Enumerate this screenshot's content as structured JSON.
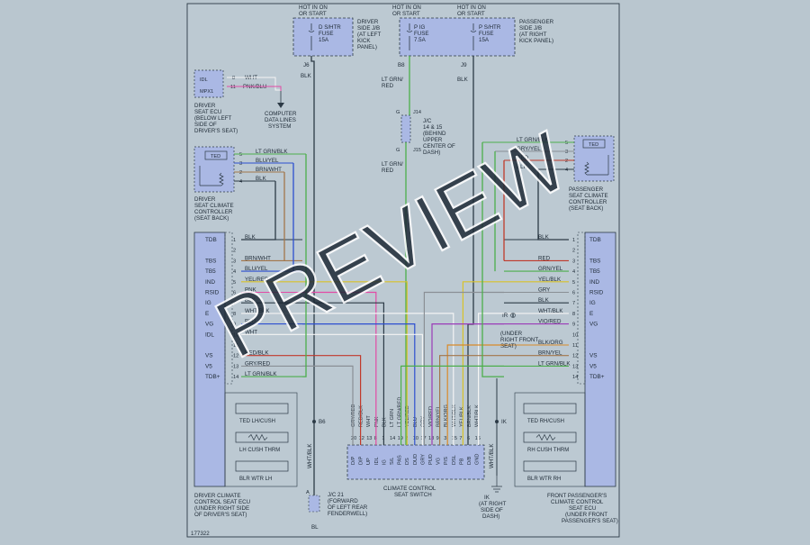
{
  "top": {
    "hot_left": [
      "HOT IN ON",
      "OR START"
    ],
    "hot_mid": [
      "HOT IN ON",
      "OR START"
    ],
    "hot_right": [
      "HOT IN ON",
      "OR START"
    ],
    "fuse_left": [
      "D S/HTR",
      "FUSE",
      "15A"
    ],
    "fuse_mid": [
      "P IG",
      "FUSE",
      "7.5A"
    ],
    "fuse_right": [
      "P S/HTR",
      "FUSE",
      "15A"
    ],
    "jb_left": [
      "DRIVER",
      "SIDE J/B",
      "(AT LEFT",
      "KICK",
      "PANEL)"
    ],
    "jb_right": [
      "PASSENGER",
      "SIDE J/B",
      "(AT RIGHT",
      "KICK PANEL)"
    ],
    "conn_left": "J6",
    "wire_left": "BLK",
    "conn_mid": "B8",
    "wire_mid": [
      "LT GRN/",
      "RED"
    ],
    "conn_right": "J9",
    "wire_right": "BLK"
  },
  "jc_mid": {
    "pin_top": "G",
    "conn_top": "J14",
    "pin_bot": "G",
    "conn_bot": "J15",
    "label": [
      "J/C",
      "14 & 15",
      "(BEHIND",
      "UPPER",
      "CENTER OF",
      "DASH)"
    ],
    "wire_below": [
      "LT GRN/",
      "RED"
    ]
  },
  "ecu_small": {
    "pins": [
      "IDL",
      "MPX1"
    ],
    "nums": [
      "8",
      "11"
    ],
    "wires": [
      "WHT",
      "PNK/BLU"
    ],
    "label": [
      "DRIVER",
      "SEAT ECU",
      "(BELOW LEFT",
      "SIDE OF",
      "DRIVER'S SEAT)"
    ],
    "data_label": [
      "COMPUTER",
      "DATA LINES",
      "SYSTEM"
    ]
  },
  "ted_left": {
    "tag": "TED",
    "nums": [
      "5",
      "3",
      "2",
      "4"
    ],
    "wires": [
      "LT GRN/BLK",
      "BLU/YEL",
      "BRN/WHT",
      "BLK"
    ],
    "label": [
      "DRIVER",
      "SEAT CLIMATE",
      "CONTROLLER",
      "(SEAT BACK)"
    ]
  },
  "ted_right": {
    "tag": "TED",
    "nums": [
      "5",
      "3",
      "2",
      "4"
    ],
    "wires": [
      "LT GRN/BLK",
      "GRY/YEL",
      "RED",
      "BLK"
    ],
    "label": [
      "PASSENGER",
      "SEAT CLIMATE",
      "CONTROLLER",
      "(SEAT BACK)"
    ]
  },
  "left_ecu": {
    "pins": [
      "TDB",
      "",
      "TBS",
      "TB5",
      "IND",
      "RSID",
      "IG",
      "E",
      "VG",
      "IDL",
      "",
      "VS",
      "V5",
      "TDB+"
    ],
    "nums": [
      "1",
      "2",
      "3",
      "4",
      "5",
      "6",
      "7",
      "8",
      "9",
      "10",
      "11",
      "12",
      "13",
      "14"
    ],
    "wires": [
      "BLK",
      "",
      "BRN/WHT",
      "BLU/YEL",
      "YEL/RED",
      "PNK",
      "BLK",
      "WHT/BLK",
      "BLU",
      "WHT",
      "",
      "RED/BLK",
      "GRY/RED",
      "LT GRN/BLK"
    ],
    "sub": [
      "TED LH/CUSH",
      "LH CUSH THRM",
      "BLR WTR LH"
    ],
    "label": [
      "DRIVER CLIMATE",
      "CONTROL SEAT ECU",
      "(UNDER RIGHT SIDE",
      "OF DRIVER'S SEAT)"
    ]
  },
  "right_ecu": {
    "pins": [
      "TDB",
      "",
      "TBS",
      "TB5",
      "IND",
      "RSID",
      "IG",
      "E",
      "VG",
      "",
      "",
      "VS",
      "V5",
      "TDB+"
    ],
    "nums": [
      "1",
      "2",
      "3",
      "4",
      "5",
      "6",
      "7",
      "8",
      "9",
      "10",
      "11",
      "12",
      "13",
      "14"
    ],
    "wires": [
      "BLK",
      "",
      "RED",
      "GRN/YEL",
      "YEL/BLK",
      "GRY",
      "BLK",
      "WHT/BLK",
      "VIO/RED",
      "",
      "BLK/ORG",
      "BRN/YEL",
      "LT GRN/BLK"
    ],
    "sub": [
      "TED RH/CUSH",
      "RH CUSH THRM",
      "BLR WTR RH"
    ],
    "label": [
      "FRONT PASSENGER'S",
      "CLIMATE CONTROL",
      "SEAT ECU",
      "(UNDER FRONT",
      "PASSENGER'S SEAT)"
    ]
  },
  "ground_ir": {
    "conn": "IR",
    "label": [
      "(UNDER",
      "RIGHT FRONT",
      "SEAT)"
    ]
  },
  "switch": {
    "label": [
      "CLIMATE CONTROL",
      "SEAT SWITCH"
    ],
    "nums": [
      "20",
      "12",
      "13",
      "8",
      "1",
      "14",
      "19",
      "2",
      "10",
      "17",
      "18",
      "9",
      "3",
      "15",
      "7",
      "6",
      "16"
    ],
    "pins": [
      "D/P",
      "DIP",
      "UP",
      "IDL",
      "IG",
      "S/L",
      "PAS",
      "DS",
      "DUD",
      "GRY",
      "PUD",
      "VG",
      "P/S",
      "DSL",
      "PB",
      "D/B",
      "GND"
    ],
    "wires": [
      "GRY/RED",
      "RED/BLK",
      "WHT",
      "PNK",
      "BLK",
      "LT GRN",
      "LT GRN/RED",
      "YEL/RED",
      "BLU",
      "GRY",
      "VIO/RED",
      "BRN/YEL",
      "BLK/ORG",
      "WHT/BLK",
      "YEL/BLK",
      "BRN/BLK",
      "WHT/BLK"
    ]
  },
  "ground_b6": {
    "conn": "B6",
    "wire": "WHT/BLK"
  },
  "ground_ik": {
    "conn": "IK",
    "wire": "WHT/BLK",
    "label": [
      "IK",
      "(AT RIGHT",
      "SIDE OF",
      "DASH)"
    ]
  },
  "jc21": {
    "pin": "A",
    "wire": "BL",
    "label": [
      "J/C 21",
      "(FORWARD",
      "OF LEFT REAR",
      "FENDERWELL)"
    ]
  },
  "doc_id": "177322",
  "watermark": "PREVIEW",
  "colors": {
    "page": "#b9c6cf",
    "line": "#2c3a46",
    "box_fill": "#aab8e4",
    "box_stroke": "#2c3a46",
    "green": "#4cae4c",
    "blue": "#2d4fd0",
    "red": "#c0392b",
    "yellow": "#d8c22a",
    "pink": "#e24ba6",
    "brown": "#a2764a",
    "gray": "#8a8f95",
    "violet": "#9b3bb8",
    "orange": "#d98a2a",
    "black": "#2c3a46",
    "white": "#f4f4f4"
  }
}
